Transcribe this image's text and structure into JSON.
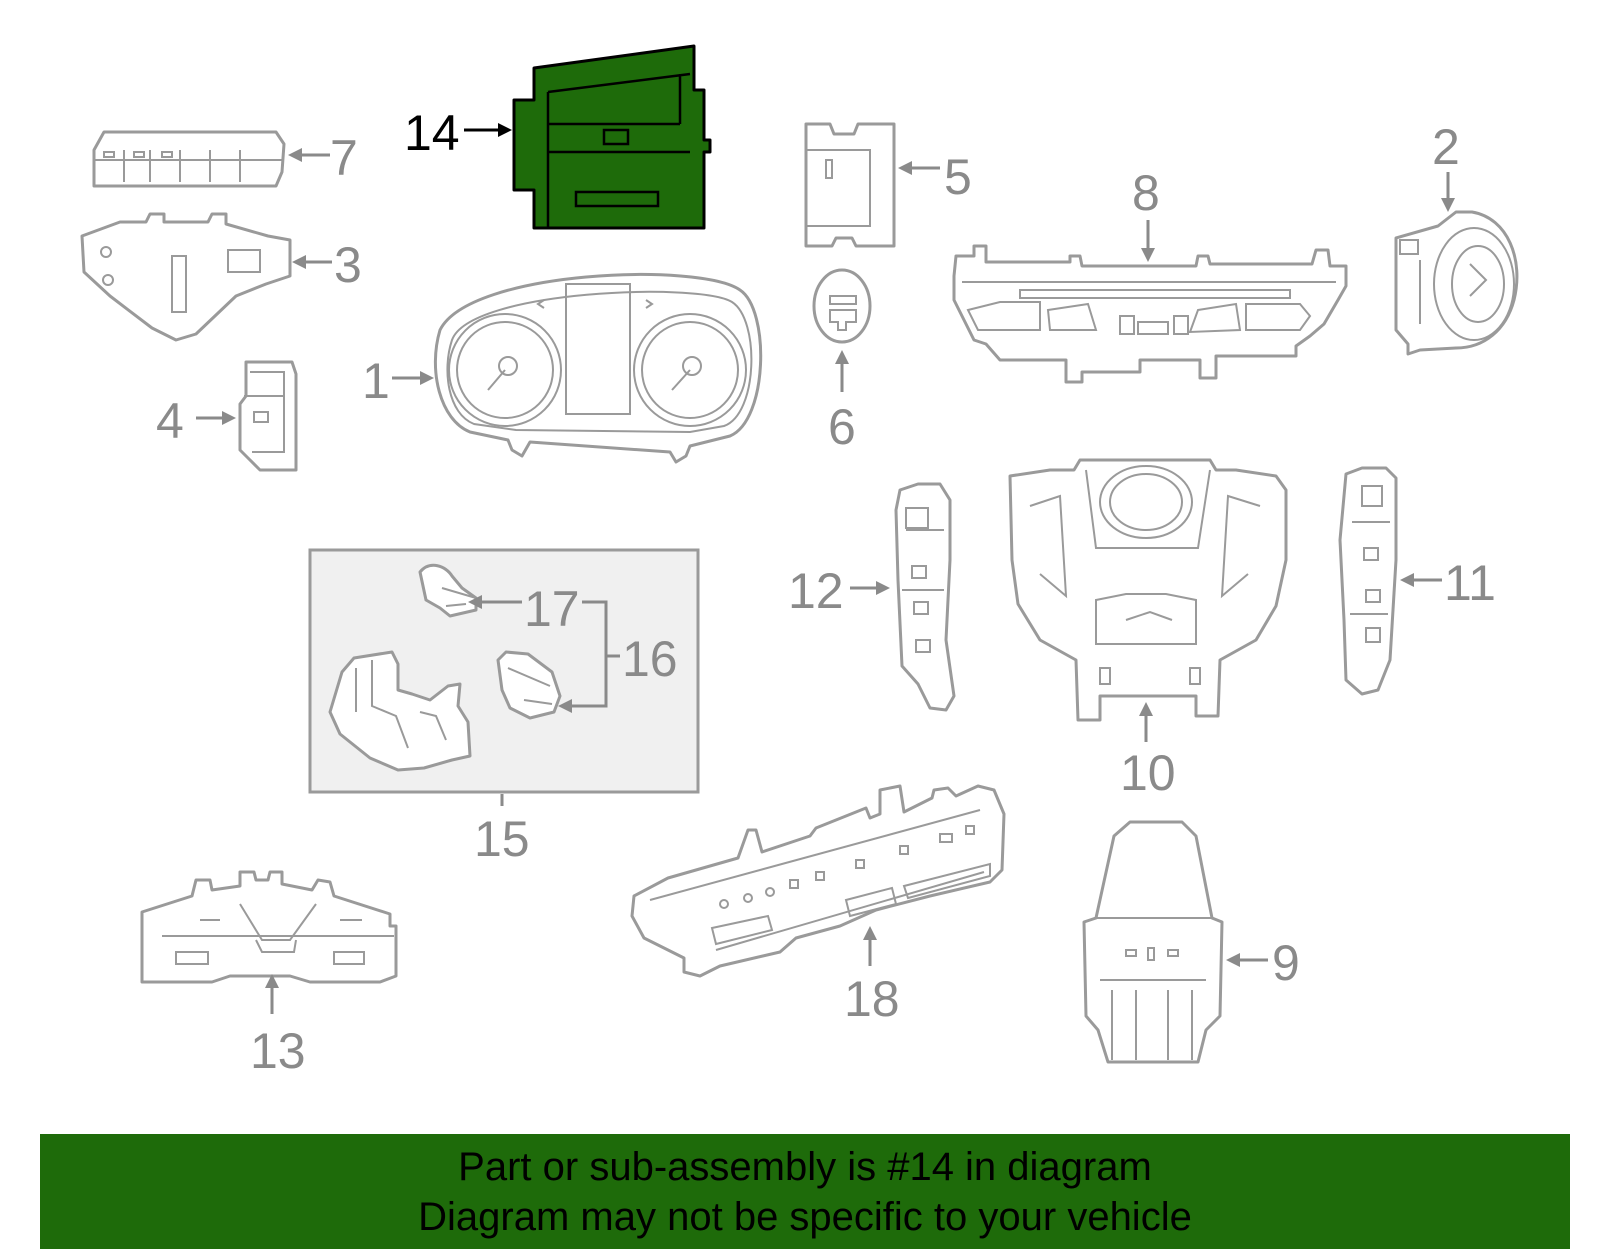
{
  "diagram": {
    "highlighted_part": "14",
    "highlight_color": "#1e6b0a",
    "callouts": [
      "1",
      "2",
      "3",
      "4",
      "5",
      "6",
      "7",
      "8",
      "9",
      "10",
      "11",
      "12",
      "13",
      "14",
      "15",
      "16",
      "17",
      "18"
    ]
  },
  "banner": {
    "line1": "Part or sub-assembly is #14 in diagram",
    "line2": "Diagram may not be specific to your vehicle"
  }
}
